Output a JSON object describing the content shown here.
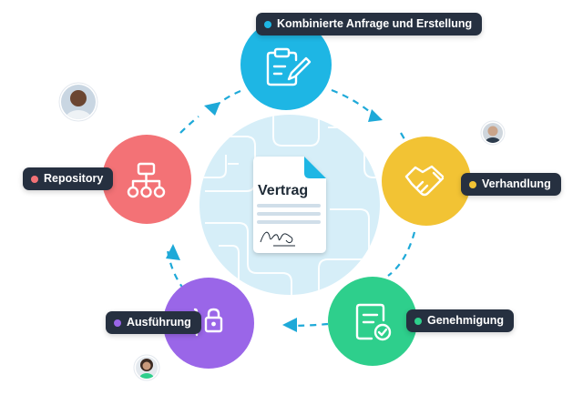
{
  "labels": {
    "top": "Kombinierte Anfrage und Erstellung",
    "right": "Verhandlung",
    "bottom_right": "Genehmigung",
    "bottom_left": "Ausführung",
    "left": "Repository"
  },
  "document": {
    "title": "Vertrag"
  },
  "colors": {
    "blue": "#1EB6E4",
    "yellow": "#F2C334",
    "green": "#2ECF8C",
    "purple": "#9A66E8",
    "red": "#F37276",
    "label_bg": "#263040",
    "arrow": "#1EA9D8",
    "center": "#D6EEF8"
  },
  "icons": {
    "top": "clipboard-pen-icon",
    "right": "handshake-icon",
    "bottom_right": "document-check-icon",
    "bottom_left": "document-lock-icon",
    "left": "hierarchy-icon"
  }
}
